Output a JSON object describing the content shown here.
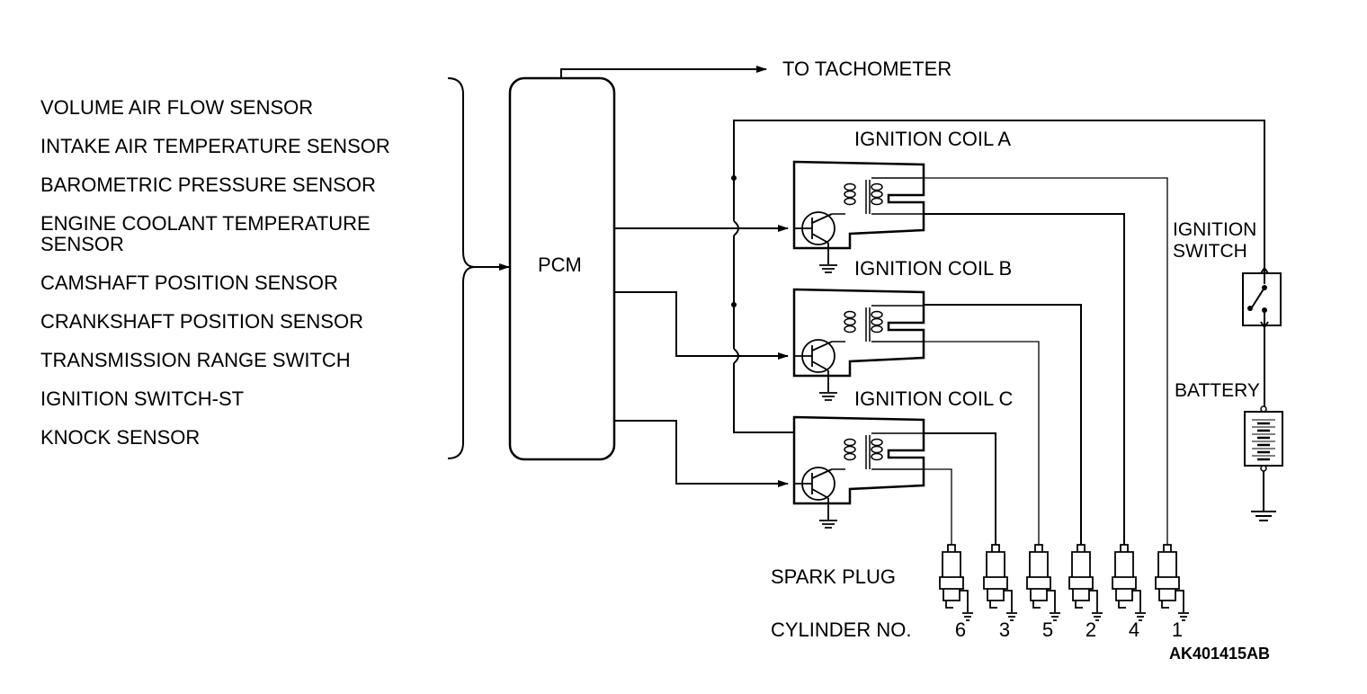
{
  "sensors": [
    "VOLUME AIR FLOW SENSOR",
    "INTAKE AIR TEMPERATURE SENSOR",
    "BAROMETRIC PRESSURE SENSOR",
    "ENGINE COOLANT TEMPERATURE",
    "SENSOR",
    "CAMSHAFT POSITION SENSOR",
    "CRANKSHAFT POSITION SENSOR",
    "TRANSMISSION RANGE SWITCH",
    "IGNITION SWITCH-ST",
    "KNOCK SENSOR"
  ],
  "pcm": {
    "label": "PCM"
  },
  "tachometer": {
    "label": "TO TACHOMETER"
  },
  "coils": [
    {
      "label": "IGNITION COIL A"
    },
    {
      "label": "IGNITION COIL B"
    },
    {
      "label": "IGNITION COIL C"
    }
  ],
  "ignition_switch": {
    "line1": "IGNITION",
    "line2": "SWITCH"
  },
  "battery": {
    "label": "BATTERY"
  },
  "spark_plug": {
    "label": "SPARK PLUG"
  },
  "cylinder": {
    "label": "CYLINDER NO.",
    "numbers": [
      "6",
      "3",
      "5",
      "2",
      "4",
      "1"
    ]
  },
  "figure_code": "AK401415AB"
}
